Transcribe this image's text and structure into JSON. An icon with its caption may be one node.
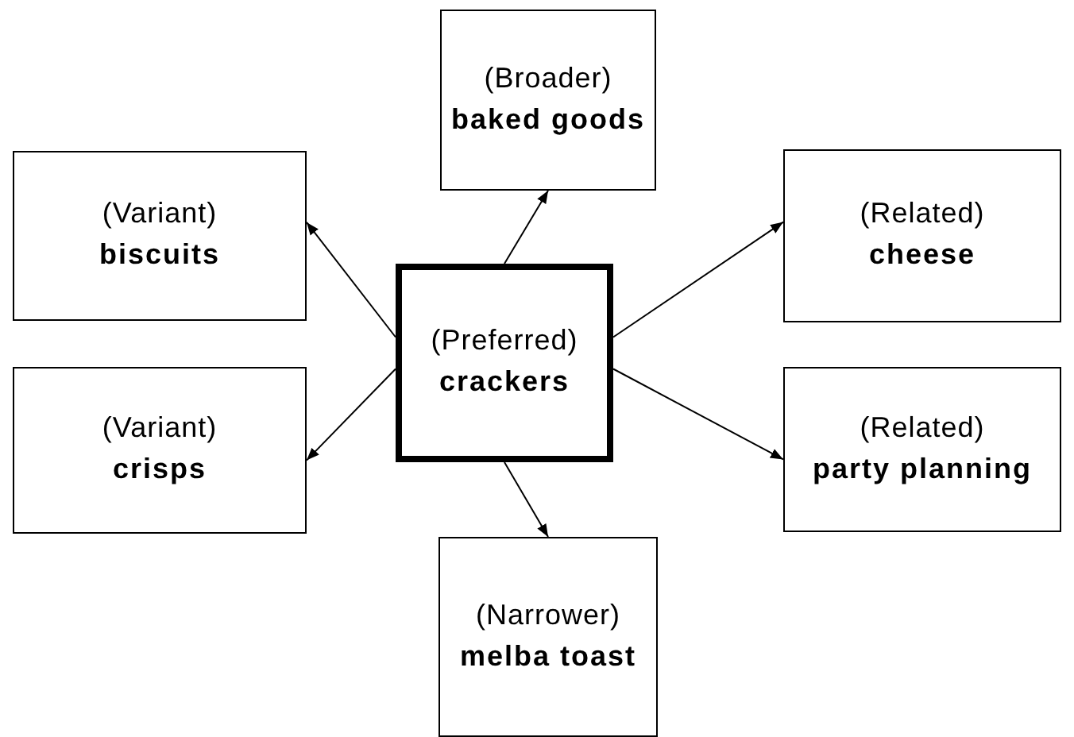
{
  "diagram": {
    "nodes": [
      {
        "text": [
          "(Preferred)",
          "crackers"
        ]
      },
      {
        "text": [
          "(Broader)",
          "baked goods"
        ]
      },
      {
        "text": [
          "(Variant)",
          "biscuits"
        ]
      },
      {
        "text": [
          "(Related)",
          "cheese"
        ]
      },
      {
        "text": [
          "(Variant)",
          "crisps"
        ]
      },
      {
        "text": [
          "(Related)",
          "party planning"
        ]
      },
      {
        "text": [
          "(Narrower)",
          "melba toast"
        ]
      }
    ],
    "edges": [
      {
        "from": 0,
        "to": 1,
        "arrow": "to"
      },
      {
        "from": 0,
        "to": 2,
        "arrow": "to"
      },
      {
        "from": 0,
        "to": 3,
        "arrow": "to"
      },
      {
        "from": 0,
        "to": 4,
        "arrow": "to"
      },
      {
        "from": 0,
        "to": 5,
        "arrow": "to"
      },
      {
        "from": 0,
        "to": 6,
        "arrow": "to"
      }
    ]
  }
}
